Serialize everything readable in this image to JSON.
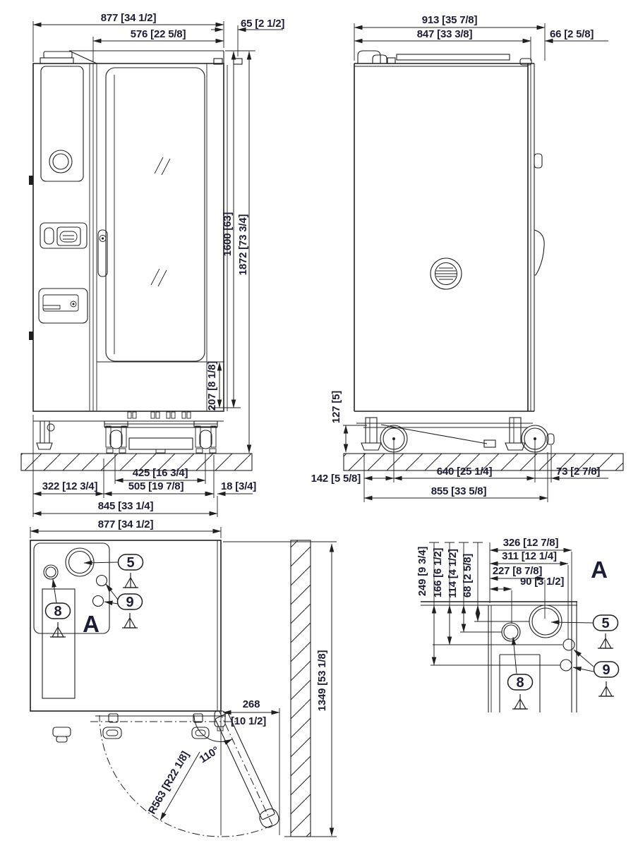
{
  "colors": {
    "line": "#1f1f1f",
    "text": "#1c1c35",
    "background": "#ffffff"
  },
  "front_view": {
    "overall_width": "877 [34 1/2]",
    "door_width": "576 [22 5/8]",
    "top_right_offset": "65 [2 1/2]",
    "body_height": "1600 [63]",
    "overall_height": "1872 [73 3/4]",
    "base_height": "207 [8 1/8]",
    "track_width": "425 [16 3/4]",
    "left_to_base": "322 [12 3/4]",
    "base_width": "505 [19 7/8]",
    "base_right_offset": "18 [3/4]",
    "base_overall_width": "845 [33 1/4]"
  },
  "side_view": {
    "overall_depth": "913 [35 7/8]",
    "body_depth": "847 [33 3/8]",
    "handle_offset": "66 [2 5/8]",
    "frame_height": "127 [5]",
    "back_to_caster": "142 [5 5/8]",
    "caster_spacing": "640 [25 1/4]",
    "caster_front_offset": "73 [2 7/8]",
    "caster_overall": "855 [33 5/8]"
  },
  "top_view": {
    "overall_width": "877 [34 1/2]",
    "overall_depth": "1349 [53 1/8]",
    "door_projection": "268",
    "door_projection_inch": "[10 1/2]",
    "door_angle": "110°",
    "door_radius": "R563 [R22 1/8]",
    "callout_5": "5",
    "callout_8": "8",
    "callout_9": "9",
    "detail_label": "A"
  },
  "detail_view": {
    "label": "A",
    "width_326": "326 [12 7/8]",
    "width_311": "311 [12 1/4]",
    "width_227": "227 [8 7/8]",
    "width_90": "90 [3 1/2]",
    "depth_249": "249 [9 3/4]",
    "depth_166": "166 [6 1/2]",
    "depth_114": "114 [4 1/2]",
    "depth_68": "68 [2 5/8]",
    "callout_5": "5",
    "callout_8": "8",
    "callout_9": "9"
  }
}
